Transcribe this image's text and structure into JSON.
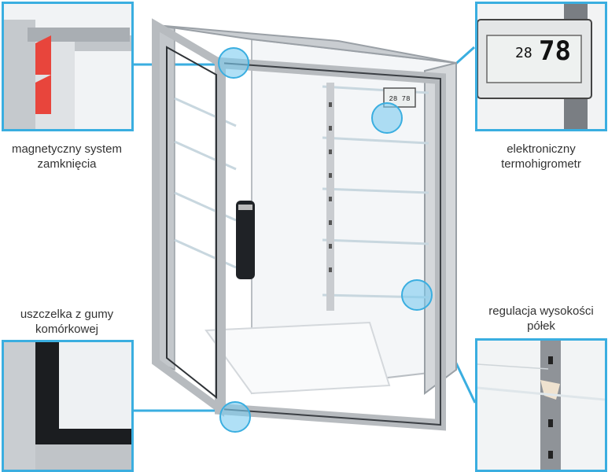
{
  "callouts": {
    "magnetic": {
      "line1": "magnetyczny system",
      "line2": "zamknięcia"
    },
    "thermo": {
      "line1": "elektroniczny",
      "line2": "termohigrometr"
    },
    "gasket": {
      "line1": "uszczelka z gumy",
      "line2": "komórkowej"
    },
    "shelf": {
      "line1": "regulacja wysokości",
      "line2": "półek"
    }
  },
  "display": {
    "temp": "28",
    "humidity": "78",
    "small_readout": "28 78"
  },
  "colors": {
    "accent": "#3aaee0",
    "magnet_arrow": "#e8453c"
  }
}
